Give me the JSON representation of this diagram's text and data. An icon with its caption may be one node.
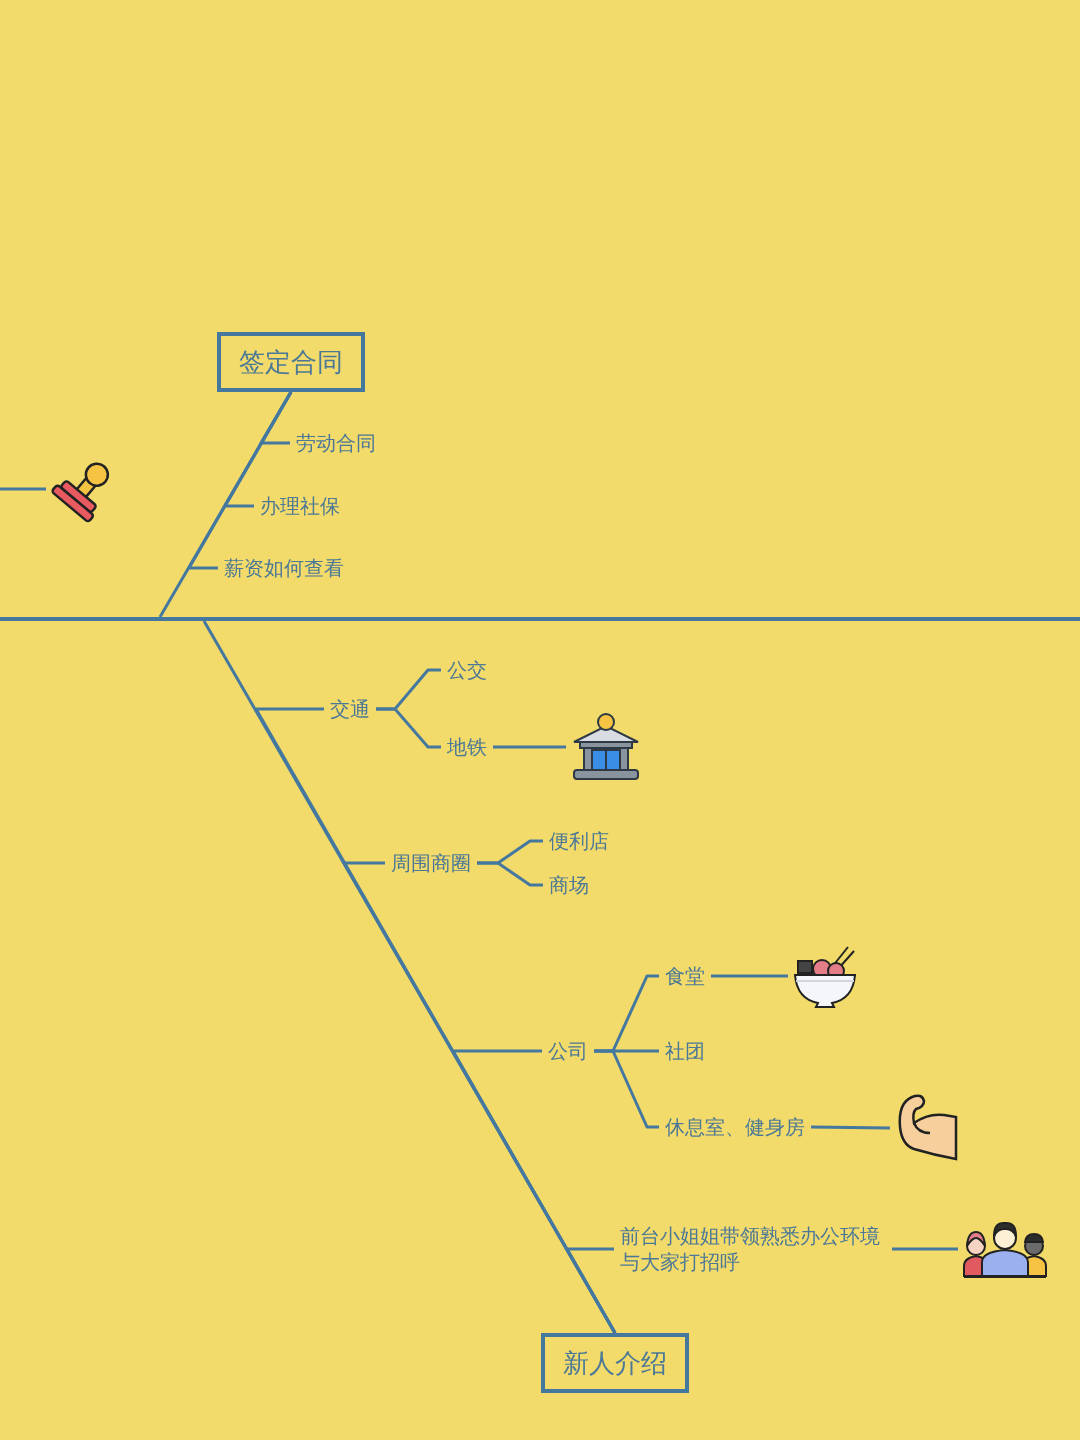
{
  "diagram": {
    "nodes": [
      {
        "text": [
          "签定合同"
        ]
      },
      {
        "text": [
          "劳动合同"
        ]
      },
      {
        "text": [
          "办理社保"
        ]
      },
      {
        "text": [
          "薪资如何查看"
        ]
      },
      {
        "text": [],
        "shape": "picture"
      },
      {
        "text": [],
        "shape": "bar"
      },
      {
        "text": [
          "交通"
        ]
      },
      {
        "text": [
          "公交"
        ]
      },
      {
        "text": [
          "地铁"
        ]
      },
      {
        "text": [],
        "shape": "picture"
      },
      {
        "text": [
          "周围商圈"
        ]
      },
      {
        "text": [
          "便利店"
        ]
      },
      {
        "text": [
          "商场"
        ]
      },
      {
        "text": [
          "公司"
        ]
      },
      {
        "text": [
          "食堂"
        ]
      },
      {
        "text": [],
        "shape": "picture"
      },
      {
        "text": [
          "社团"
        ]
      },
      {
        "text": [
          "休息室、健身房"
        ]
      },
      {
        "text": [],
        "shape": "picture"
      },
      {
        "text": [
          "前台小姐姐带领熟悉办公环境与大家打招呼"
        ]
      },
      {
        "text": [],
        "shape": "picture"
      },
      {
        "text": [
          "新人介绍"
        ]
      }
    ],
    "edges": [
      {
        "from": null,
        "to": 4,
        "arrow": "none"
      },
      {
        "from": 0,
        "to": 5,
        "arrow": "none"
      },
      {
        "from": 0,
        "to": 1,
        "arrow": "none"
      },
      {
        "from": 0,
        "to": 2,
        "arrow": "none"
      },
      {
        "from": 0,
        "to": 3,
        "arrow": "none"
      },
      {
        "from": 21,
        "to": 5,
        "arrow": "none"
      },
      {
        "from": 21,
        "to": 6,
        "arrow": "none"
      },
      {
        "from": 21,
        "to": 10,
        "arrow": "none"
      },
      {
        "from": 21,
        "to": 13,
        "arrow": "none"
      },
      {
        "from": 21,
        "to": 19,
        "arrow": "none"
      },
      {
        "from": 6,
        "to": 7,
        "arrow": "none"
      },
      {
        "from": 6,
        "to": 8,
        "arrow": "none"
      },
      {
        "from": 8,
        "to": 9,
        "arrow": "none"
      },
      {
        "from": 10,
        "to": 11,
        "arrow": "none"
      },
      {
        "from": 10,
        "to": 12,
        "arrow": "none"
      },
      {
        "from": 13,
        "to": 14,
        "arrow": "none"
      },
      {
        "from": 13,
        "to": 16,
        "arrow": "none"
      },
      {
        "from": 13,
        "to": 17,
        "arrow": "none"
      },
      {
        "from": 14,
        "to": 15,
        "arrow": "none"
      },
      {
        "from": 17,
        "to": 18,
        "arrow": "none"
      },
      {
        "from": 19,
        "to": 20,
        "arrow": "none"
      }
    ]
  }
}
